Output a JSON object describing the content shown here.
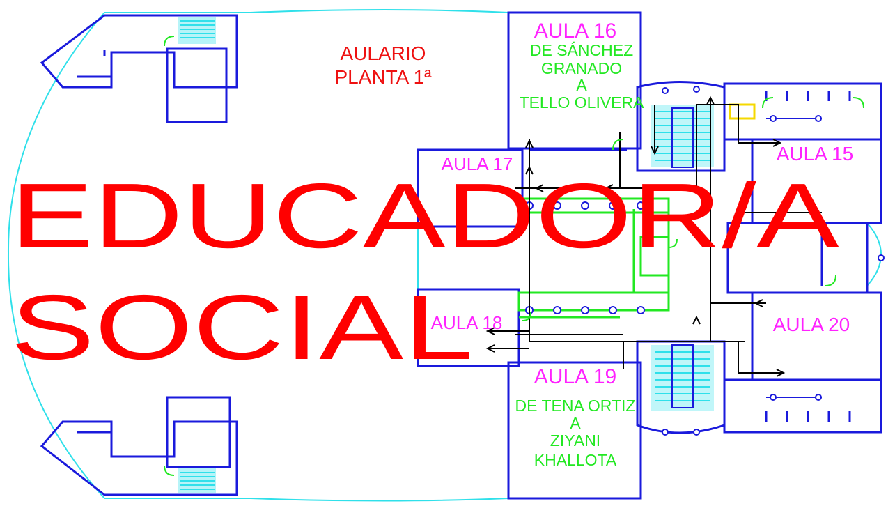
{
  "title": {
    "line1": "AULARIO",
    "line2": "PLANTA 1ª"
  },
  "overlay": {
    "line1": "EDUCADOR/A",
    "line2": "SOCIAL"
  },
  "rooms": {
    "aula16": {
      "label": "AULA 16",
      "note": [
        "DE SÁNCHEZ",
        "GRANADO",
        "A",
        "TELLO OLIVERA"
      ]
    },
    "aula17": {
      "label": "AULA 17"
    },
    "aula15": {
      "label": "AULA 15"
    },
    "aula18": {
      "label": "AULA 18"
    },
    "aula20": {
      "label": "AULA 20"
    },
    "aula19": {
      "label": "AULA 19",
      "note": [
        "DE TENA ORTIZ",
        "A",
        "ZIYANI",
        "KHALLOTA"
      ]
    }
  },
  "colors": {
    "wall": "#1a1adc",
    "outline": "#2fe0ea",
    "route": "#000000",
    "highlight": "#22e822",
    "room_label": "#ff22ff",
    "title": "#ee1111",
    "overlay": "#ff0000",
    "note": "#22e822",
    "stair_fill": "#2fe0ea",
    "accent": "#f5d800"
  },
  "icons": [
    "stair-icon",
    "door-swing-icon",
    "column-icon",
    "arrow-icon"
  ]
}
